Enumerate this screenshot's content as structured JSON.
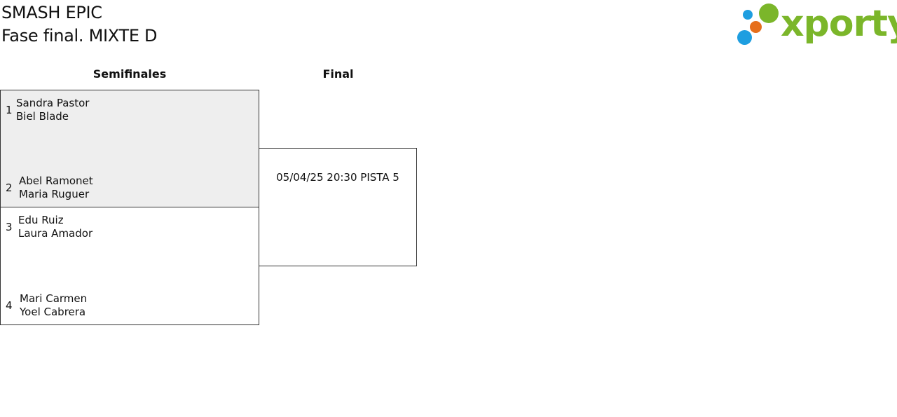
{
  "header": {
    "event": "SMASH EPIC",
    "subtitle": "Fase final. MIXTE D",
    "logo_text": "xporty",
    "logo_colors": [
      "#1e9ee0",
      "#e66e1a",
      "#7bb62a"
    ]
  },
  "rounds": {
    "semis_label": "Semifinales",
    "final_label": "Final"
  },
  "semifinals": [
    {
      "top": {
        "seed": "1",
        "players": [
          "Sandra Pastor",
          "Biel Blade"
        ]
      },
      "bottom": {
        "seed": "2",
        "players": [
          "Abel Ramonet",
          "Maria Ruguer"
        ]
      }
    },
    {
      "top": {
        "seed": "3",
        "players": [
          "Edu Ruiz",
          "Laura Amador"
        ]
      },
      "bottom": {
        "seed": "4",
        "players": [
          "Mari Carmen",
          "Yoel Cabrera"
        ]
      }
    }
  ],
  "final": {
    "schedule": "05/04/25 20:30 PISTA 5"
  }
}
